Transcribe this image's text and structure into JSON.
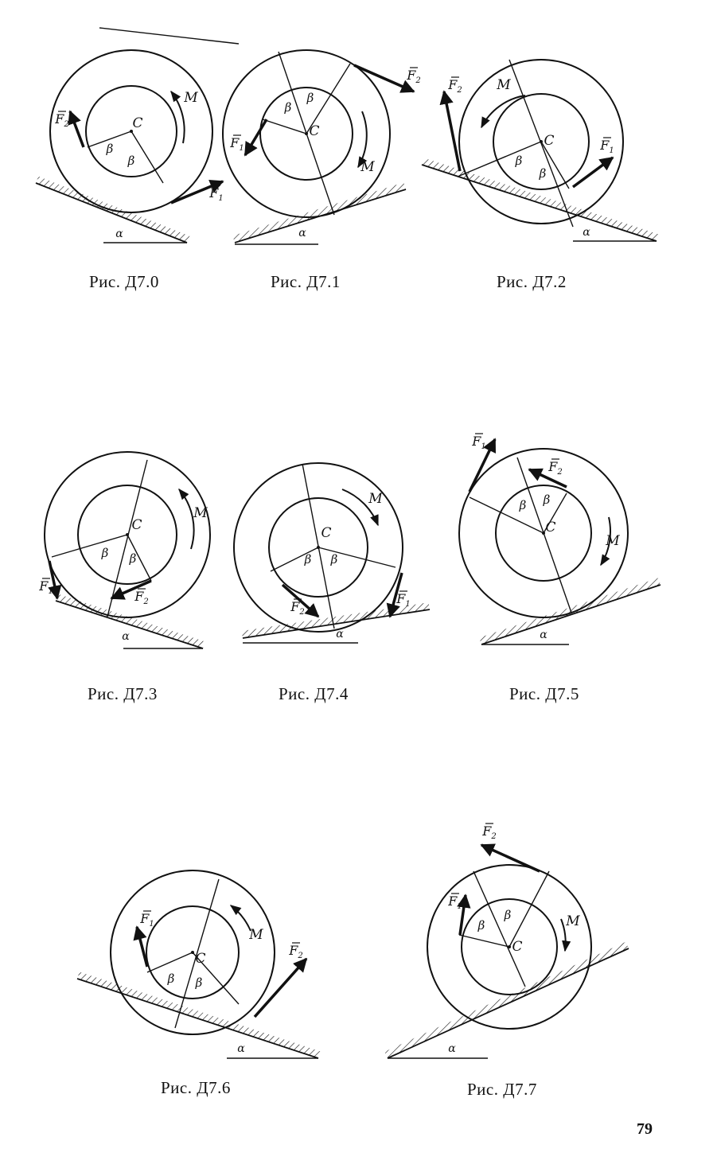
{
  "page": {
    "number": "79"
  },
  "figures": [
    {
      "label": "Рис.  Д7.0",
      "angle_symbol": "α",
      "beta_symbol": "β",
      "center_label": "C",
      "force1": "F1",
      "force2": "F2",
      "moment": "M"
    },
    {
      "label": "Рис.  Д7.1",
      "angle_symbol": "α",
      "beta_symbol": "β",
      "center_label": "C",
      "force1": "F1",
      "force2": "F2",
      "moment": "M"
    },
    {
      "label": "Рис.  Д7.2",
      "angle_symbol": "α",
      "beta_symbol": "β",
      "center_label": "C",
      "force1": "F1",
      "force2": "F2",
      "moment": "M"
    },
    {
      "label": "Рис.  Д7.3",
      "angle_symbol": "α",
      "beta_symbol": "β",
      "center_label": "C",
      "force1": "F1",
      "force2": "F2",
      "moment": "M"
    },
    {
      "label": "Рис.  Д7.4",
      "angle_symbol": "α",
      "beta_symbol": "β",
      "center_label": "C",
      "force1": "F1",
      "force2": "F2",
      "moment": "M"
    },
    {
      "label": "Рис.  Д7.5",
      "angle_symbol": "α",
      "beta_symbol": "β",
      "center_label": "C",
      "force1": "F1",
      "force2": "F2",
      "moment": "M"
    },
    {
      "label": "Рис.  Д7.6",
      "angle_symbol": "α",
      "beta_symbol": "β",
      "center_label": "C",
      "force1": "F1",
      "force2": "F2",
      "moment": "M"
    },
    {
      "label": "Рис.  Д7.7",
      "angle_symbol": "α",
      "beta_symbol": "β",
      "center_label": "C",
      "force1": "F1",
      "force2": "F2",
      "moment": "M"
    }
  ]
}
